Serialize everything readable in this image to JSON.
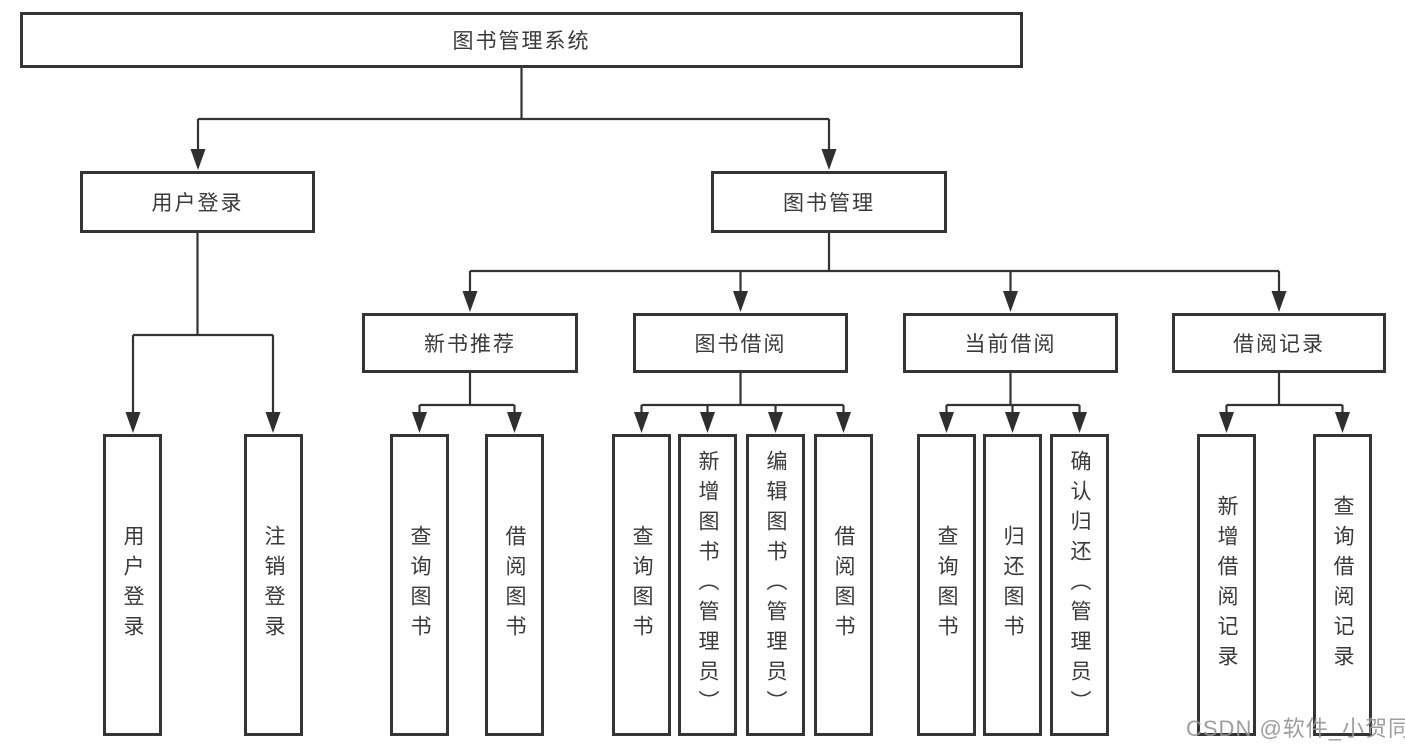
{
  "tree": {
    "root": "图书管理系统",
    "branches": [
      {
        "label": "用户登录",
        "children": [
          "用户登录",
          "注销登录"
        ]
      },
      {
        "label": "图书管理",
        "sections": [
          {
            "label": "新书推荐",
            "children": [
              "查询图书",
              "借阅图书"
            ]
          },
          {
            "label": "图书借阅",
            "children": [
              "查询图书",
              "新增图书（管理员）",
              "编辑图书（管理员）",
              "借阅图书"
            ]
          },
          {
            "label": "当前借阅",
            "children": [
              "查询图书",
              "归还图书",
              "确认归还（管理员）"
            ]
          },
          {
            "label": "借阅记录",
            "children": [
              "新增借阅记录",
              "查询借阅记录"
            ]
          }
        ]
      }
    ]
  },
  "watermark": "CSDN @软件_小贺同学",
  "colors": {
    "line": "#333333",
    "border": "#343434",
    "text": "#3a3a3a",
    "watermark": "#949494",
    "background": "#ffffff"
  }
}
